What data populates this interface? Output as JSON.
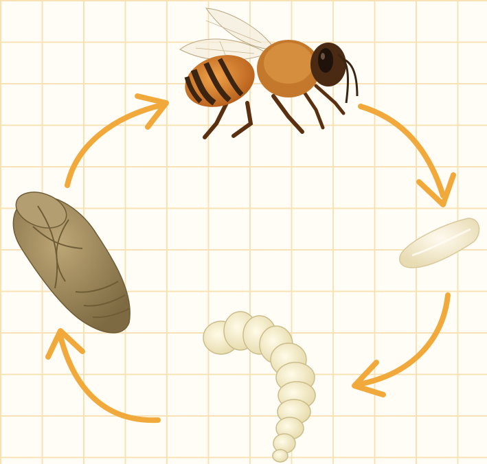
{
  "diagram": {
    "type": "life-cycle",
    "stages": [
      {
        "id": "adult",
        "icon": "honeybee-adult-icon"
      },
      {
        "id": "egg",
        "icon": "bee-egg-icon"
      },
      {
        "id": "larva",
        "icon": "bee-larva-icon"
      },
      {
        "id": "pupa",
        "icon": "bee-pupa-icon"
      }
    ],
    "arrows": [
      {
        "from": "adult",
        "to": "egg"
      },
      {
        "from": "egg",
        "to": "larva"
      },
      {
        "from": "larva",
        "to": "pupa"
      },
      {
        "from": "pupa",
        "to": "adult"
      }
    ]
  },
  "colors": {
    "background": "#fffdf6",
    "grid": "#f8e2b5",
    "arrow": "#f0a93a",
    "bee_body": "#d9822b",
    "bee_stripe": "#3b2410",
    "egg": "#f4ecce",
    "larva": "#f3ebc4",
    "pupa": "#a08a5c"
  }
}
